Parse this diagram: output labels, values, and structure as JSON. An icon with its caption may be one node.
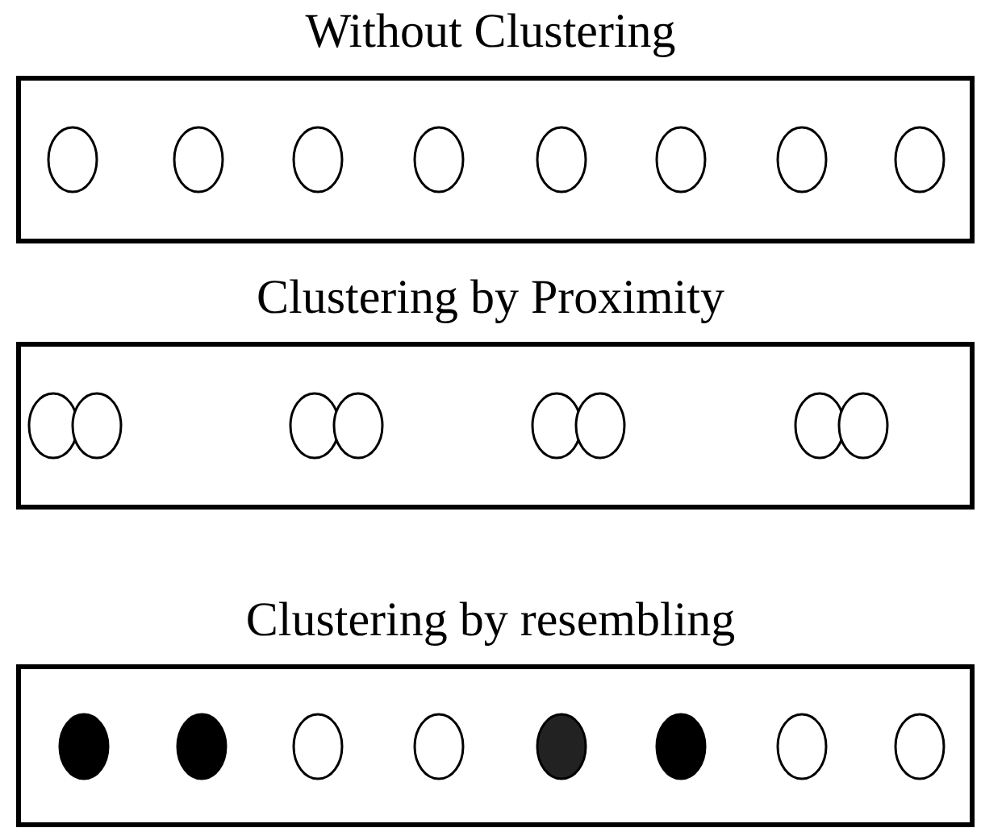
{
  "diagram": {
    "nodes": [
      {
        "text": [
          "Without Clustering"
        ]
      },
      {
        "text": [
          "Clustering by Proximity"
        ]
      },
      {
        "text": [
          "Clustering by resembling"
        ]
      }
    ]
  }
}
